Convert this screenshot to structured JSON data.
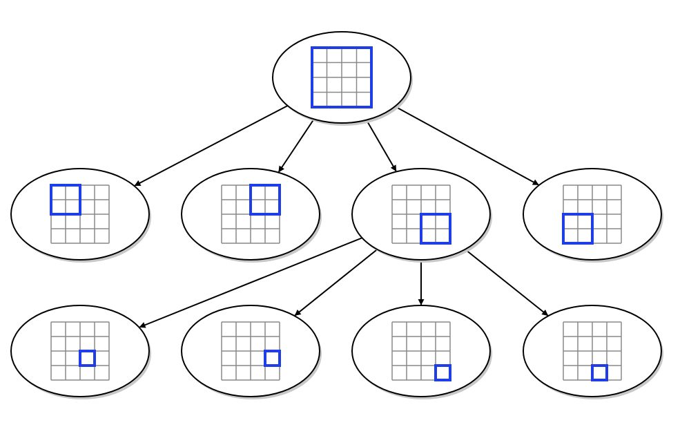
{
  "colors": {
    "background": "#ffffff",
    "node_fill": "#ffffff",
    "node_stroke": "#000000",
    "node_shadow": "#c8c8c8",
    "edge": "#000000",
    "grid": "#888888",
    "highlight": "#1f3ee8"
  },
  "grid_cells": 4,
  "tree": {
    "levels": [
      {
        "name": "root",
        "nodes": [
          {
            "id": "root",
            "highlight": {
              "col": 0,
              "row": 0,
              "size": 4
            }
          }
        ]
      },
      {
        "name": "level-1",
        "nodes": [
          {
            "id": "q-top-left",
            "highlight": {
              "col": 0,
              "row": 0,
              "size": 2
            }
          },
          {
            "id": "q-top-right",
            "highlight": {
              "col": 2,
              "row": 0,
              "size": 2
            }
          },
          {
            "id": "q-bottom-right",
            "highlight": {
              "col": 2,
              "row": 2,
              "size": 2
            }
          },
          {
            "id": "q-bottom-left",
            "highlight": {
              "col": 0,
              "row": 2,
              "size": 2
            }
          }
        ]
      },
      {
        "name": "level-2",
        "nodes": [
          {
            "id": "c-top-left",
            "highlight": {
              "col": 2,
              "row": 2,
              "size": 1
            }
          },
          {
            "id": "c-top-right",
            "highlight": {
              "col": 3,
              "row": 2,
              "size": 1
            }
          },
          {
            "id": "c-bottom-right",
            "highlight": {
              "col": 3,
              "row": 3,
              "size": 1
            }
          },
          {
            "id": "c-bottom-left",
            "highlight": {
              "col": 2,
              "row": 3,
              "size": 1
            }
          }
        ]
      }
    ],
    "edges": [
      {
        "from": "root",
        "to": "q-top-left"
      },
      {
        "from": "root",
        "to": "q-top-right"
      },
      {
        "from": "root",
        "to": "q-bottom-right"
      },
      {
        "from": "root",
        "to": "q-bottom-left"
      },
      {
        "from": "q-bottom-right",
        "to": "c-top-left"
      },
      {
        "from": "q-bottom-right",
        "to": "c-top-right"
      },
      {
        "from": "q-bottom-right",
        "to": "c-bottom-right"
      },
      {
        "from": "q-bottom-right",
        "to": "c-bottom-left"
      }
    ]
  }
}
